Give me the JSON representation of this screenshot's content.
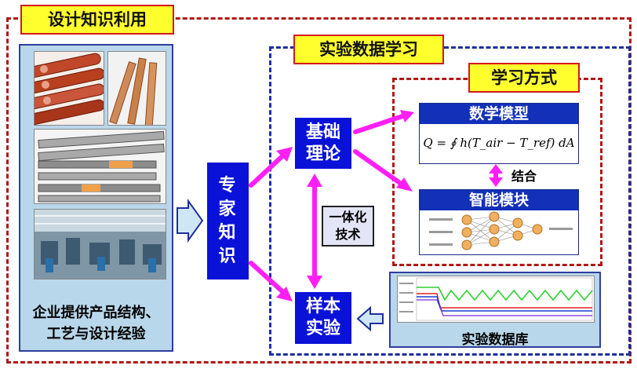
{
  "outer": {
    "title": "设计知识利用"
  },
  "middle": {
    "title": "实验数据学习"
  },
  "inner": {
    "title": "学习方式"
  },
  "left_panel": {
    "caption_line1": "企业提供产品结构、",
    "caption_line2": "工艺与设计经验"
  },
  "expert_knowledge": {
    "text": "专家知识"
  },
  "basic_theory": {
    "line1": "基础",
    "line2": "理论"
  },
  "sample_experiment": {
    "line1": "样本",
    "line2": "实验"
  },
  "integration": {
    "line1": "一体化",
    "line2": "技术"
  },
  "math_model": {
    "title": "数学模型",
    "formula": "Q = ∮ h(T_air − T_ref) dA"
  },
  "combine": {
    "label": "结合"
  },
  "smart_module": {
    "title": "智能模块"
  },
  "database": {
    "label": "实验数据库"
  },
  "colors": {
    "accent_magenta": "#ff1ff5",
    "box_blue": "#0a12d8",
    "dash_red": "#b01818",
    "dash_blue": "#1f2f9a",
    "tag_yellow": "#ffff2e"
  }
}
